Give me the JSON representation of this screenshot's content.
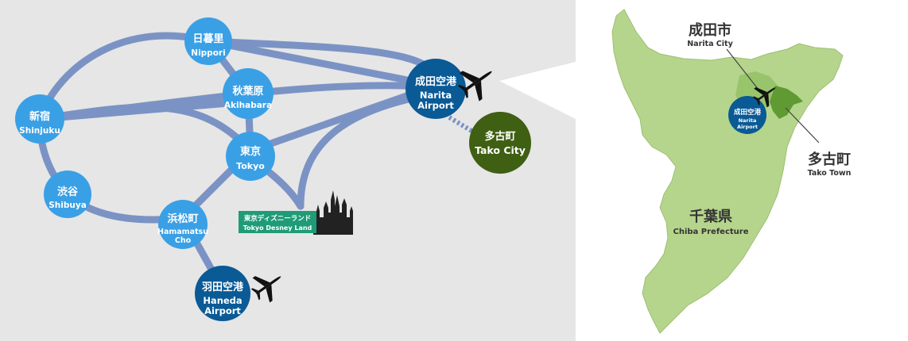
{
  "route_map": {
    "stations": [
      {
        "id": "nippori",
        "ja": "日暮里",
        "en": "Nippori"
      },
      {
        "id": "akihabara",
        "ja": "秋葉原",
        "en": "Akihabara"
      },
      {
        "id": "shinjuku",
        "ja": "新宿",
        "en": "Shinjuku"
      },
      {
        "id": "tokyo",
        "ja": "東京",
        "en": "Tokyo"
      },
      {
        "id": "shibuya",
        "ja": "渋谷",
        "en": "Shibuya"
      },
      {
        "id": "hamamatsucho",
        "ja": "浜松町",
        "en1": "Hamamatsu",
        "en2": "Cho"
      }
    ],
    "narita_airport": {
      "ja": "成田空港",
      "en1": "Narita",
      "en2": "Airport"
    },
    "haneda_airport": {
      "ja": "羽田空港",
      "en1": "Haneda",
      "en2": "Airport"
    },
    "tako_city": {
      "ja": "多古町",
      "en": "Tako City"
    },
    "disney": {
      "ja": "東京ディズニーランド",
      "en": "Tokyo Desney Land"
    }
  },
  "chiba_map": {
    "narita_city": {
      "ja": "成田市",
      "en": "Narita City"
    },
    "airport_badge": {
      "ja": "成田空港",
      "en1": "Narita",
      "en2": "Airport"
    },
    "tako_town": {
      "ja": "多古町",
      "en": "Tako Town"
    },
    "prefecture": {
      "ja": "千葉県",
      "en": "Chiba Prefecture"
    }
  },
  "colors": {
    "panel_bg": "#e6e6e6",
    "route_line": "#7b93c4",
    "station": "#3aa0e6",
    "airport": "#0a5a96",
    "tako": "#3f5f12",
    "disney_badge": "#1f9b77",
    "chiba_land": "#b5d58c",
    "narita_area": "#98c56b",
    "tako_area": "#5f9a33"
  }
}
